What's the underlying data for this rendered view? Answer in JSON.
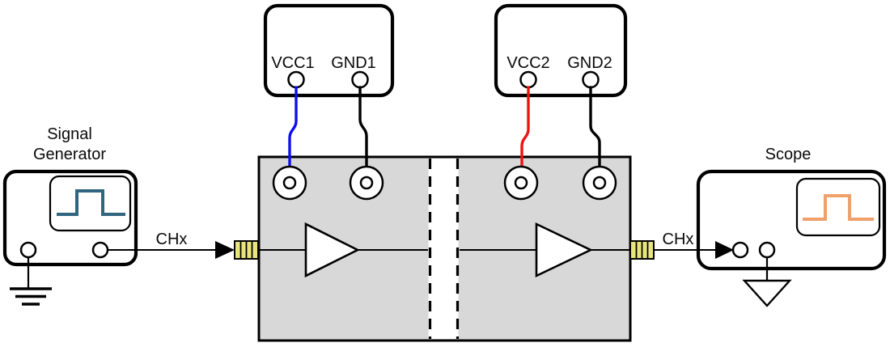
{
  "signal_generator": {
    "title_line1": "Signal",
    "title_line2": "Generator",
    "channel_label": "CHx",
    "waveform_icon": "pulse-waveform",
    "waveform_color": "#31657f"
  },
  "scope": {
    "title": "Scope",
    "channel_label": "CHx",
    "waveform_icon": "pulse-waveform",
    "waveform_color": "#efa06b"
  },
  "power_supply_1": {
    "vcc_label": "VCC1",
    "gnd_label": "GND1",
    "vcc_wire_color": "#0d0df0",
    "gnd_wire_color": "#000000"
  },
  "power_supply_2": {
    "vcc_label": "VCC2",
    "gnd_label": "GND2",
    "vcc_wire_color": "#ee1212",
    "gnd_wire_color": "#000000"
  },
  "dut": {
    "fill_color": "#d8d8d8",
    "connector_color": "#e9e57e",
    "amplifier_count": 2,
    "top_terminal_count": 4
  }
}
